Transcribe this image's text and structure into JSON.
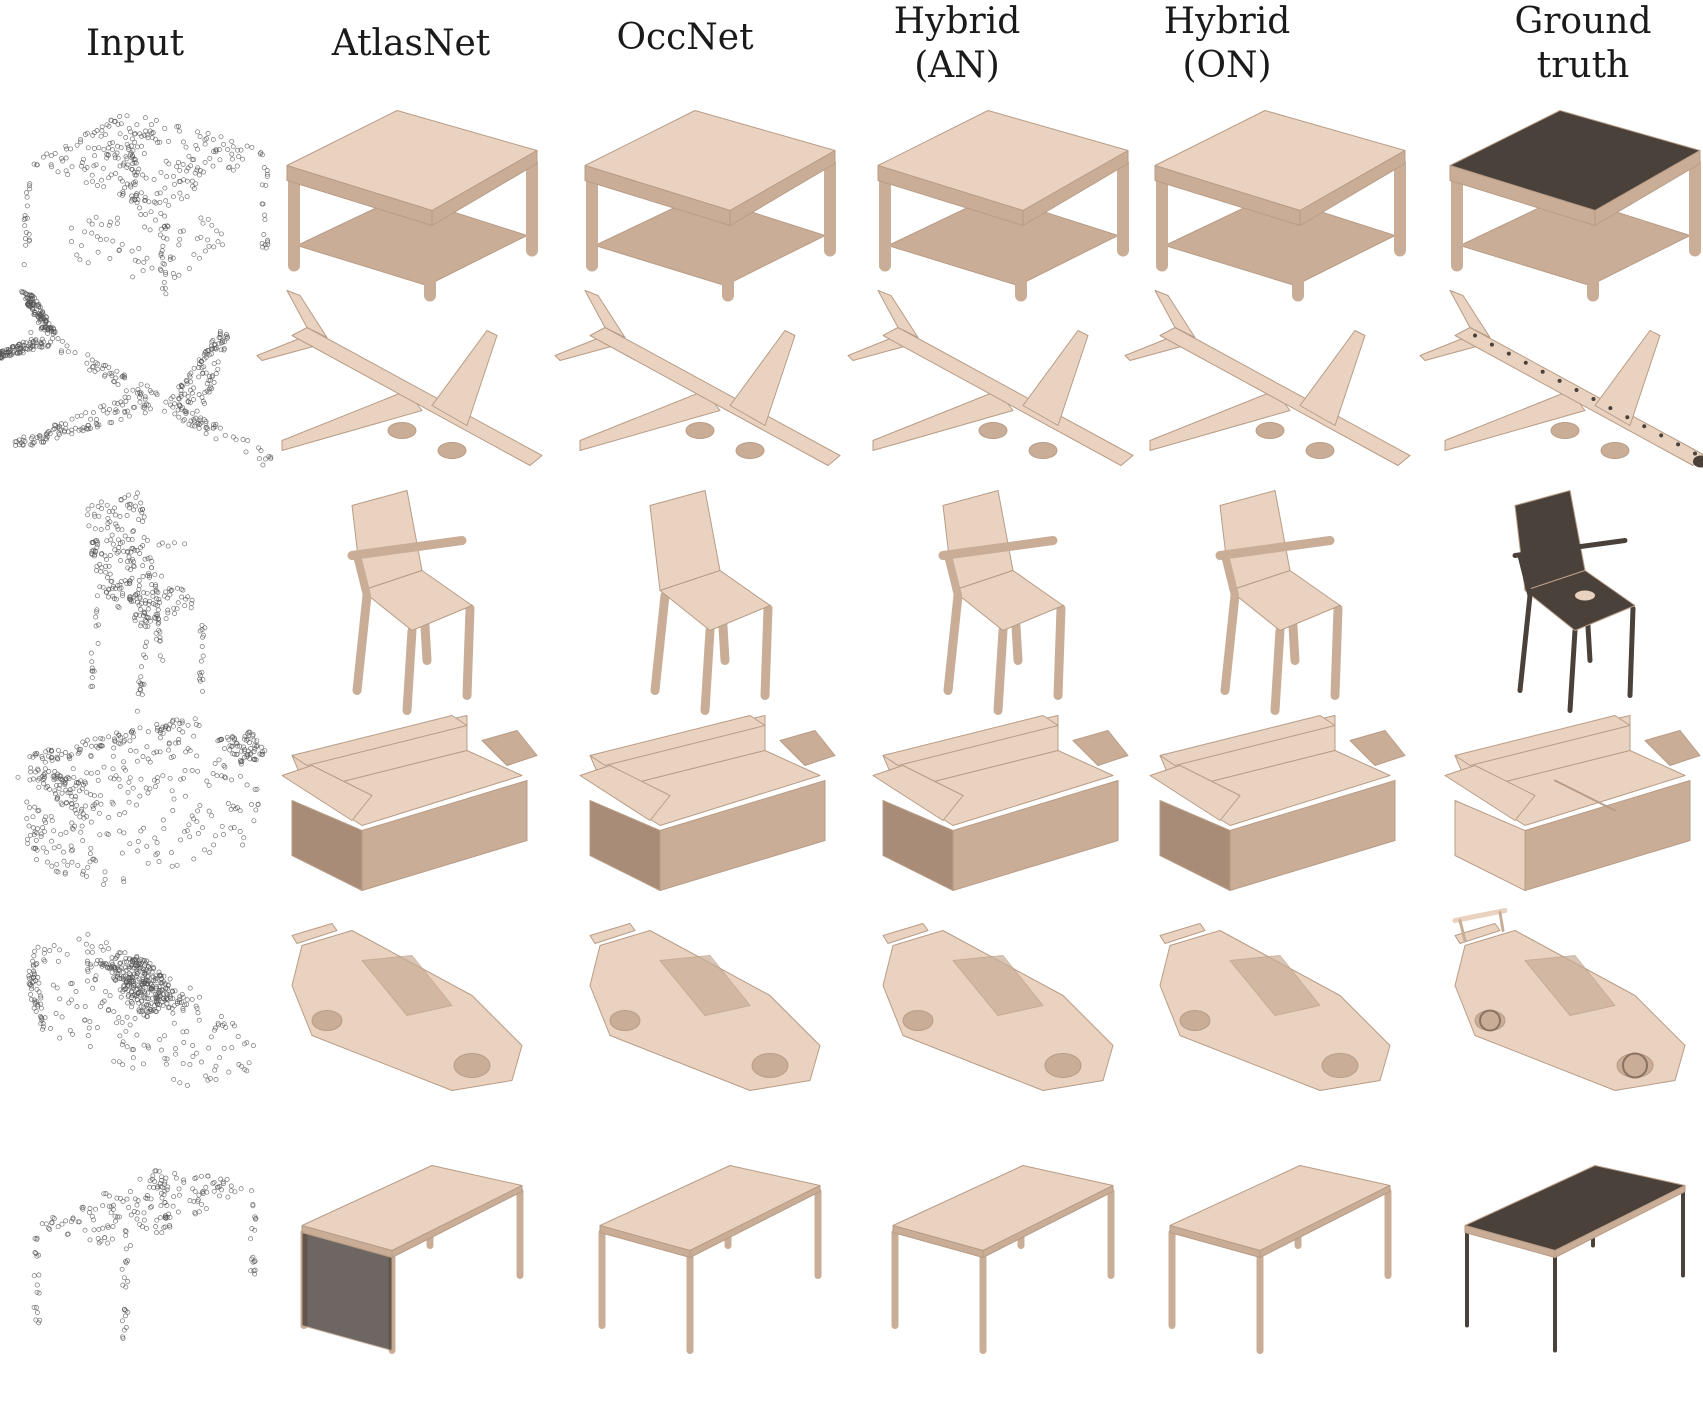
{
  "columns": [
    {
      "key": "input",
      "lines": [
        "Input"
      ]
    },
    {
      "key": "atlasnet",
      "lines": [
        "AtlasNet"
      ]
    },
    {
      "key": "occnet",
      "lines": [
        "OccNet"
      ]
    },
    {
      "key": "hybrid-an",
      "lines": [
        "Hybrid",
        "(AN)"
      ]
    },
    {
      "key": "hybrid-on",
      "lines": [
        "Hybrid",
        "(ON)"
      ]
    },
    {
      "key": "ground-truth",
      "lines": [
        "Ground",
        "truth"
      ]
    }
  ],
  "rows": [
    {
      "object": "table-with-shelf"
    },
    {
      "object": "airplane"
    },
    {
      "object": "chair"
    },
    {
      "object": "sofa"
    },
    {
      "object": "car"
    },
    {
      "object": "desk"
    }
  ],
  "colors": {
    "mesh": "#e9d3c0",
    "mesh_shade": "#c9ad96",
    "mesh_dark": "#a88c77",
    "ground_truth_dark": "#4a413b",
    "points": "#555555",
    "header_text": "#1a1a1a"
  }
}
